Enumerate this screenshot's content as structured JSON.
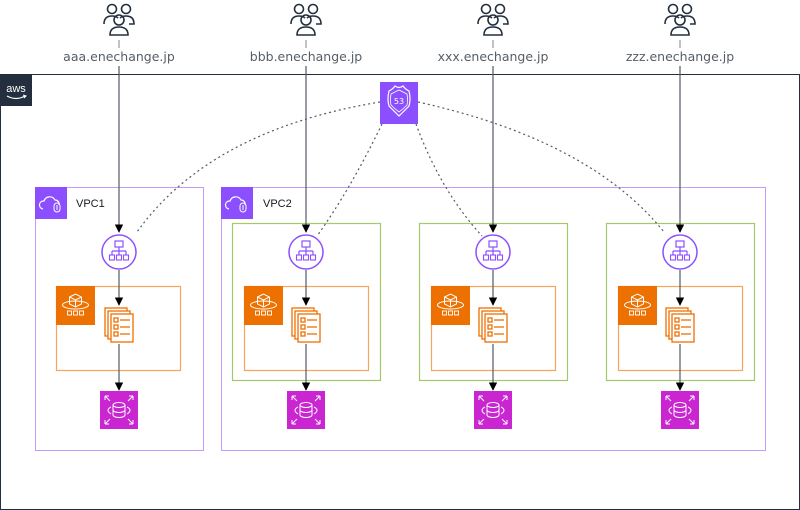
{
  "cloud": {
    "provider_logo": "aws",
    "boundary_color": "#232f3e"
  },
  "dns": {
    "service": "Route 53",
    "badge_text": "53",
    "icon": "route53-shield-icon",
    "color": "#8c4fff"
  },
  "users": [
    {
      "label": "aaa.enechange.jp",
      "icon": "users-icon"
    },
    {
      "label": "bbb.enechange.jp",
      "icon": "users-icon"
    },
    {
      "label": "xxx.enechange.jp",
      "icon": "users-icon"
    },
    {
      "label": "zzz.enechange.jp",
      "icon": "users-icon"
    }
  ],
  "vpcs": [
    {
      "label": "VPC1",
      "icon": "vpc-cloud-icon",
      "color": "#8c4fff"
    },
    {
      "label": "VPC2",
      "icon": "vpc-cloud-icon",
      "color": "#8c4fff"
    }
  ],
  "stacks": [
    {
      "vpc": "VPC1",
      "alb": "application-load-balancer",
      "cluster": "ecs-fargate",
      "service": "ecs-tasks",
      "database": "rds"
    },
    {
      "vpc": "VPC2",
      "alb": "application-load-balancer",
      "cluster": "ecs-fargate",
      "service": "ecs-tasks",
      "database": "rds"
    },
    {
      "vpc": "VPC2",
      "alb": "application-load-balancer",
      "cluster": "ecs-fargate",
      "service": "ecs-tasks",
      "database": "rds"
    },
    {
      "vpc": "VPC2",
      "alb": "application-load-balancer",
      "cluster": "ecs-fargate",
      "service": "ecs-tasks",
      "database": "rds"
    }
  ],
  "colors": {
    "networking": "#8c4fff",
    "compute": "#ed7100",
    "compute_border": "#f7a55a",
    "database": "#c925d1",
    "subnet_border": "#7aa116",
    "arrow": "#545b64",
    "text": "#16191f",
    "user_label": "#555e66"
  }
}
